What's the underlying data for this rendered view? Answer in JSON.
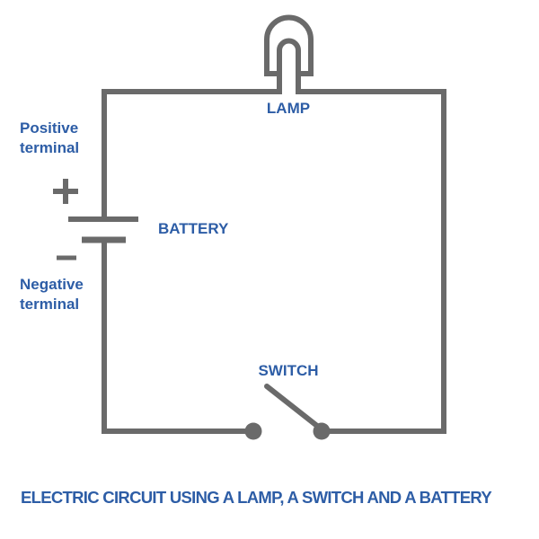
{
  "diagram": {
    "title": "ELECTRIC CIRCUIT USING A LAMP, A SWITCH AND A BATTERY",
    "lamp": {
      "label": "LAMP"
    },
    "battery": {
      "label": "BATTERY",
      "positive_terminal": "Positive terminal",
      "negative_terminal": "Negative terminal",
      "plus_symbol": "+",
      "minus_symbol": "−"
    },
    "switch": {
      "label": "SWITCH"
    },
    "colors": {
      "wire": "#6a6a6a",
      "label_text": "#2d5da6",
      "background": "#ffffff"
    }
  }
}
